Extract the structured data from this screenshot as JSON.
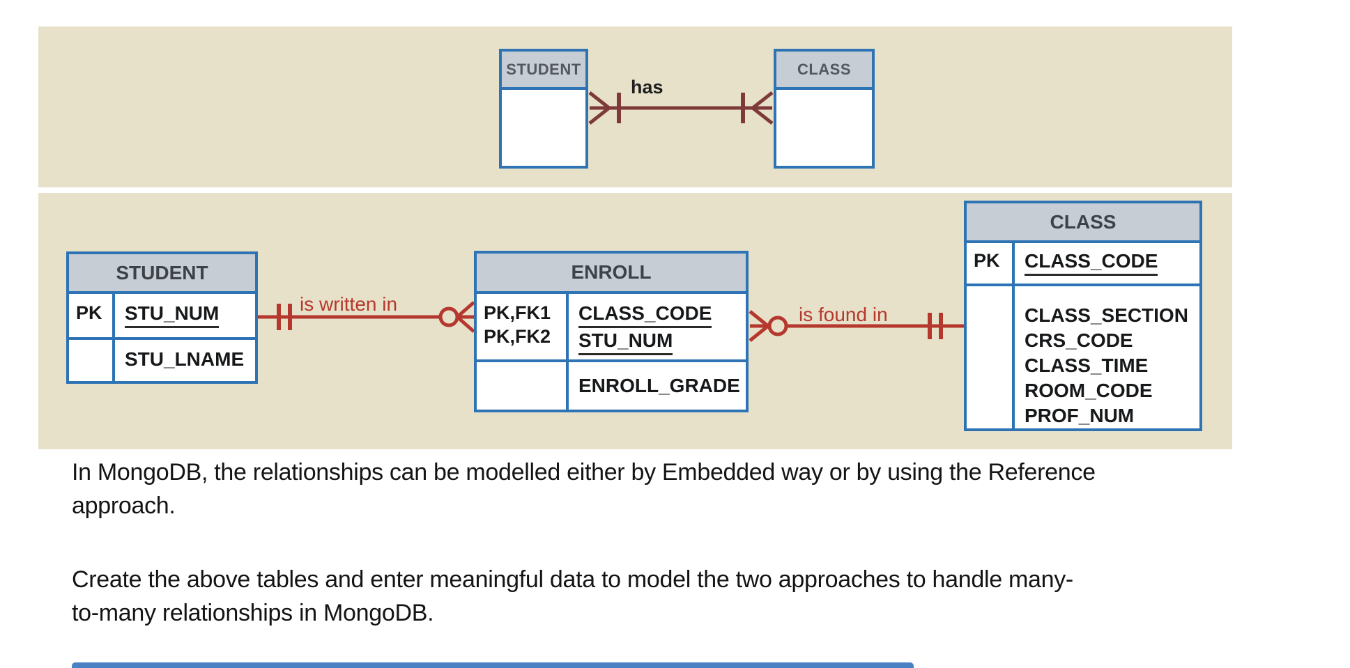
{
  "colors": {
    "panel_background": "#e8e1ca",
    "table_border_blue": "#2e74b5",
    "table_header_fill": "#c7cdd5",
    "top_relation_maroon": "#7e3a39",
    "bottom_relation_red": "#b5382e",
    "bottom_bar_blue": "#4a80c4"
  },
  "erd_top": {
    "student_entity_title": "STUDENT",
    "class_entity_title": "CLASS",
    "relation_label": "has"
  },
  "erd_bottom": {
    "student": {
      "title": "STUDENT",
      "row1_key": "PK",
      "row1_attr": "STU_NUM",
      "row2_key": "",
      "row2_attr": "STU_LNAME"
    },
    "enroll": {
      "title": "ENROLL",
      "row1_keys": [
        "PK,FK1",
        "PK,FK2"
      ],
      "row1_attrs": [
        "CLASS_CODE",
        "STU_NUM"
      ],
      "row2_key": "",
      "row2_attr": "ENROLL_GRADE"
    },
    "class": {
      "title": "CLASS",
      "row1_key": "PK",
      "row1_attr": "CLASS_CODE",
      "row2_key": "",
      "row2_attrs": [
        "CLASS_SECTION",
        "CRS_CODE",
        "CLASS_TIME",
        "ROOM_CODE",
        "PROF_NUM"
      ]
    },
    "relation1_label": "is written in",
    "relation2_label": "is found in"
  },
  "body_text": {
    "paragraph1": "In MongoDB, the relationships can be modelled either by Embedded way or by using the Reference\napproach.",
    "paragraph2": "Create the above  tables and enter meaningful data to model the two approaches to handle many-\nto-many relationships in MongoDB."
  }
}
